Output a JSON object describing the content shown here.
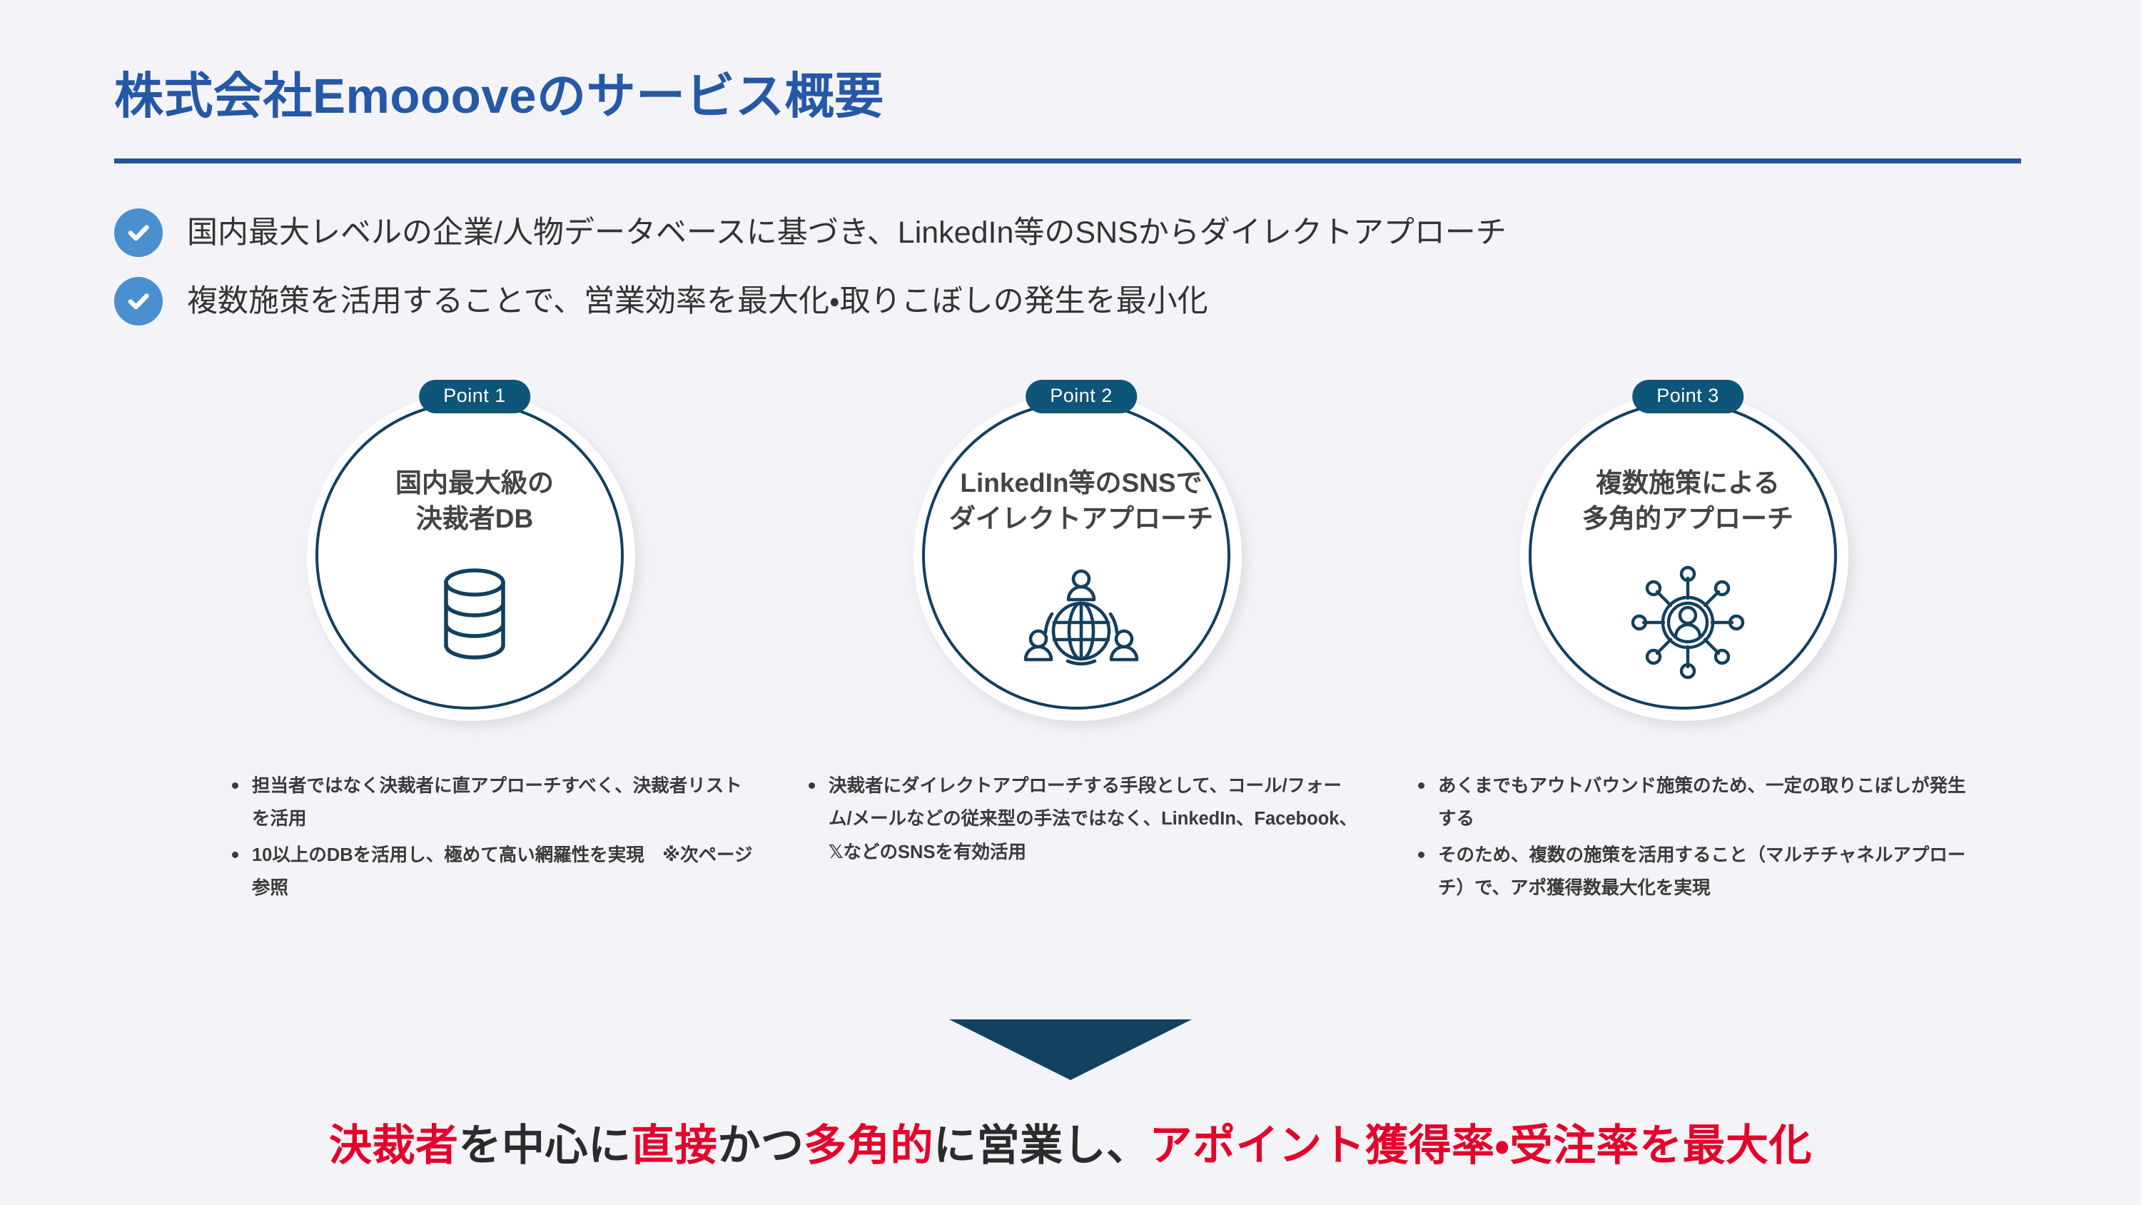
{
  "slide": {
    "title": "株式会社Emoooveのサービス概要",
    "background_color": "#f4f3f7",
    "title_color": "#2558a6",
    "accent_navy": "#13405e",
    "badge_color": "#0d5679",
    "check_color": "#4a8fd0",
    "highlight_red": "#e4032b"
  },
  "lead_points": [
    {
      "icon": "check-circle-icon",
      "text": "国内最大レベルの企業/人物データベースに基づき、LinkedIn等のSNSからダイレクトアプローチ"
    },
    {
      "icon": "check-circle-icon",
      "text": "複数施策を活用することで、営業効率を最大化・取りこぼしの発生を最小化"
    }
  ],
  "points": [
    {
      "badge": "Point 1",
      "heading_line1": "国内最大級の",
      "heading_line2": "決裁者DB",
      "icon": "database-cylinder-icon",
      "notes": [
        "担当者ではなく決裁者に直アプローチすべく、決裁者リストを活用",
        "10以上のDBを活用し、極めて高い網羅性を実現　※次ページ参照"
      ]
    },
    {
      "badge": "Point 2",
      "heading_line1": "LinkedIn等のSNSで",
      "heading_line2": "ダイレクトアプローチ",
      "icon": "globe-network-people-icon",
      "notes": [
        "決裁者にダイレクトアプローチする手段として、コール/フォーム/メールなどの従来型の手法ではなく、LinkedIn、Facebook、𝕏などのSNSを有効活用"
      ]
    },
    {
      "badge": "Point 3",
      "heading_line1": "複数施策による",
      "heading_line2": "多角的アプローチ",
      "icon": "hub-network-person-icon",
      "notes": [
        "あくまでもアウトバウンド施策のため、一定の取りこぼしが発生する",
        "そのため、複数の施策を活用すること（マルチチャネルアプローチ）で、アポ獲得数最大化を実現"
      ]
    }
  ],
  "arrow": {
    "icon": "down-triangle-arrow-icon",
    "color": "#12405f"
  },
  "conclusion": {
    "segments": [
      {
        "text": "決裁者",
        "highlight": true
      },
      {
        "text": "を中心に",
        "highlight": false
      },
      {
        "text": "直接",
        "highlight": true
      },
      {
        "text": "かつ",
        "highlight": false
      },
      {
        "text": "多角的",
        "highlight": true
      },
      {
        "text": "に営業し、",
        "highlight": false
      },
      {
        "text": "アポイント獲得率・受注率を最大化",
        "highlight": true
      }
    ]
  }
}
